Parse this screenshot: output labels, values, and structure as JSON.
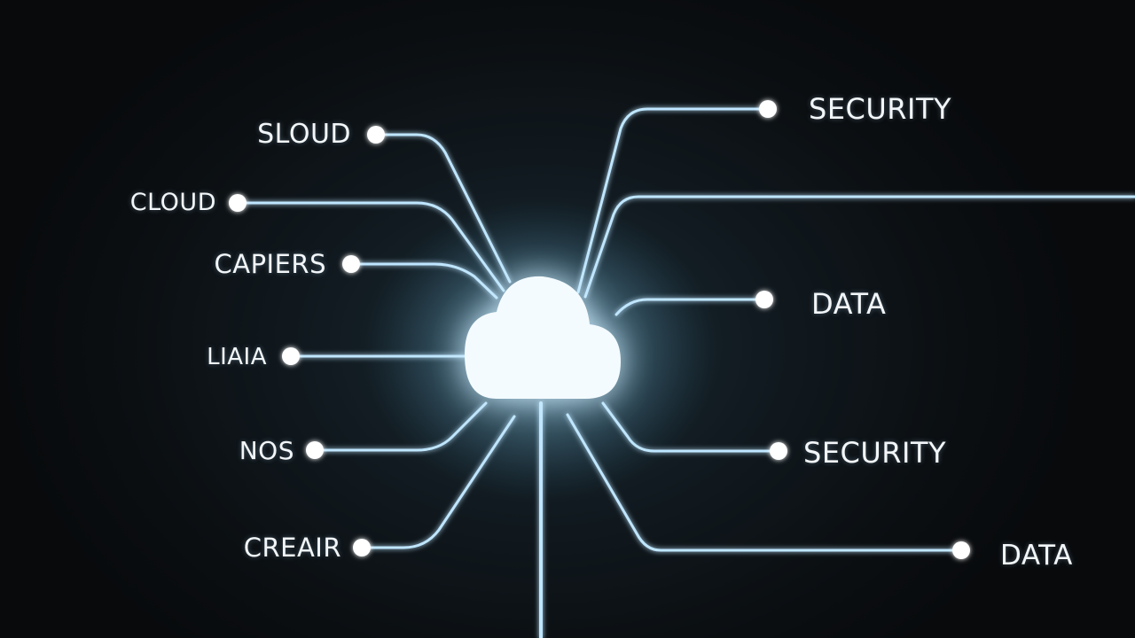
{
  "diagram": {
    "center_icon": "cloud-icon",
    "accent_color": "#cfeeff",
    "line_color": "#bfe6ff",
    "left_labels": [
      "SLOUD",
      "CLOUD",
      "CAPIERS",
      "LIAIA",
      "NOS",
      "CREAIR"
    ],
    "right_labels": [
      "SECURITY",
      "DATA",
      "SECURITY",
      "DATA"
    ]
  }
}
